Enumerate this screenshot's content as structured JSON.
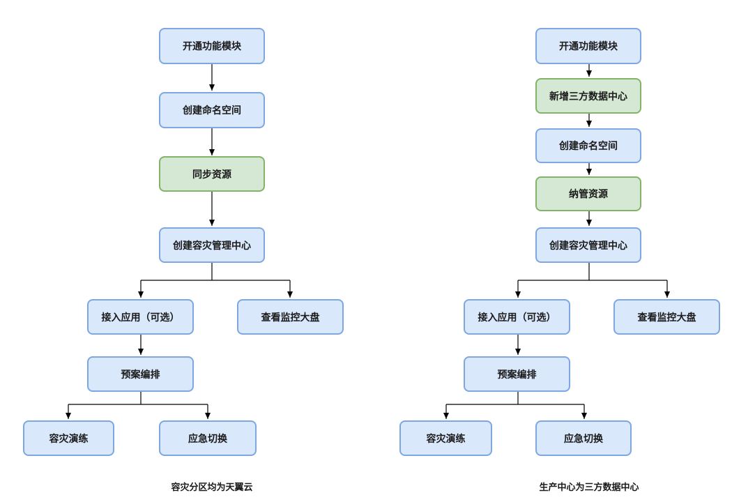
{
  "left": {
    "caption": "容灾分区均为天翼云",
    "nodes": {
      "open_module": "开通功能模块",
      "create_namespace": "创建命名空间",
      "sync_resources": "同步资源",
      "create_dr_center": "创建容灾管理中心",
      "connect_app": "接入应用（可选）",
      "view_dashboard": "查看监控大盘",
      "plan_orchestration": "预案编排",
      "dr_drill": "容灾演练",
      "emergency_switch": "应急切换"
    }
  },
  "right": {
    "caption": "生产中心为三方数据中心",
    "nodes": {
      "open_module": "开通功能模块",
      "add_third_party_dc": "新增三方数据中心",
      "create_namespace": "创建命名空间",
      "manage_resources": "纳管资源",
      "create_dr_center": "创建容灾管理中心",
      "connect_app": "接入应用（可选）",
      "view_dashboard": "查看监控大盘",
      "plan_orchestration": "预案编排",
      "dr_drill": "容灾演练",
      "emergency_switch": "应急切换"
    }
  },
  "colors": {
    "blue_fill": "#dae8fc",
    "blue_stroke": "#7ea6e0",
    "green_fill": "#d5e8d4",
    "green_stroke": "#82b366",
    "line": "#000000"
  }
}
